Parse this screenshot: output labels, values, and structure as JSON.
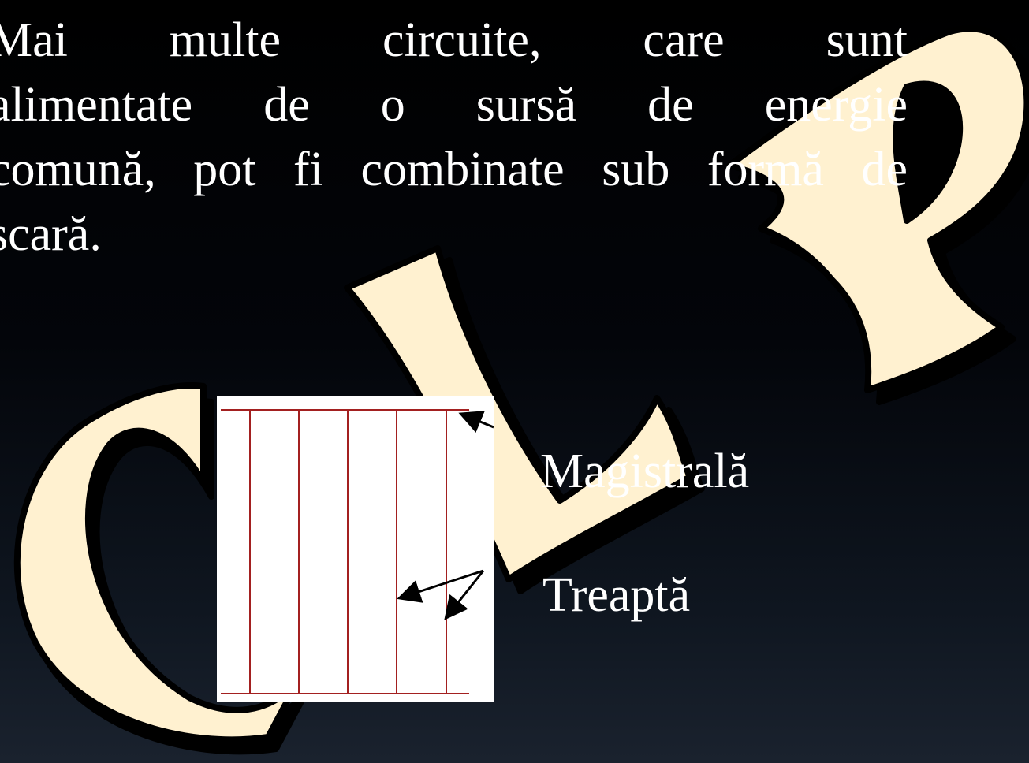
{
  "slide": {
    "paragraph_lines": [
      "Mai multe circuite, care sunt",
      "alimentate de o sursă de energie",
      "comună, pot fi combinate sub formă de",
      "scară."
    ],
    "label_main_bus": "Magistrală",
    "label_step": "Treaptă"
  },
  "watermark": {
    "text": "CLP",
    "fill_color": "#fff1d0",
    "outline_color": "#000000"
  },
  "diagram": {
    "rail_color": "#a32020",
    "arrow_color": "#000000",
    "background": "#ffffff",
    "rung_count": 5
  }
}
